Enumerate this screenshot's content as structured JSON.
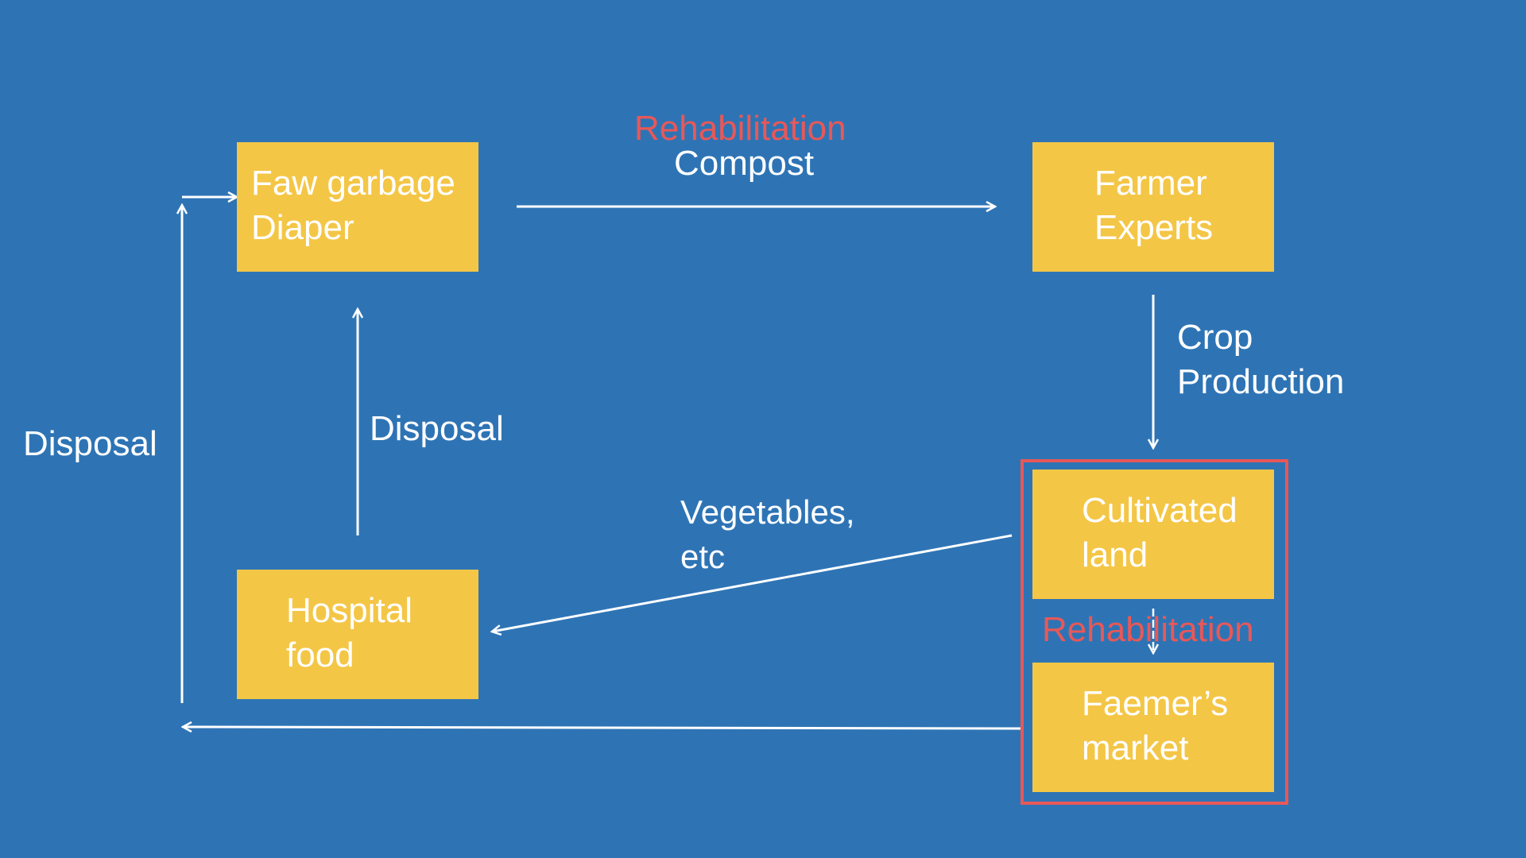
{
  "colors": {
    "background": "#2e74b5",
    "node_fill": "#f4c646",
    "text": "#ffffff",
    "accent_red": "#e85858",
    "arrow": "#ffffff"
  },
  "nodes": {
    "raw_garbage": {
      "lines": [
        "Faw garbage",
        "Diaper"
      ]
    },
    "farmer_experts": {
      "lines": [
        "Farmer",
        "Experts"
      ]
    },
    "cultivated_land": {
      "lines": [
        "Cultivated",
        "land"
      ]
    },
    "farmers_market": {
      "lines": [
        "Faemer’s",
        "market"
      ]
    },
    "hospital_food": {
      "lines": [
        "Hospital",
        "food"
      ]
    }
  },
  "edges": {
    "compost": {
      "label": "Compost",
      "annotation": "Rehabilitation",
      "from": "raw_garbage",
      "to": "farmer_experts"
    },
    "crop_production": {
      "lines": [
        "Crop",
        "Production"
      ],
      "from": "farmer_experts",
      "to": "cultivated_land"
    },
    "land_to_market": {
      "annotation": "Rehabilitation",
      "from": "cultivated_land",
      "to": "farmers_market"
    },
    "vegetables": {
      "lines": [
        "Vegetables,",
        "etc"
      ],
      "from": "cultivated_land",
      "to": "hospital_food"
    },
    "disposal_inner": {
      "label": "Disposal",
      "from": "hospital_food",
      "to": "raw_garbage"
    },
    "disposal_outer": {
      "label": "Disposal",
      "from": "farmers_market",
      "to": "raw_garbage"
    }
  }
}
